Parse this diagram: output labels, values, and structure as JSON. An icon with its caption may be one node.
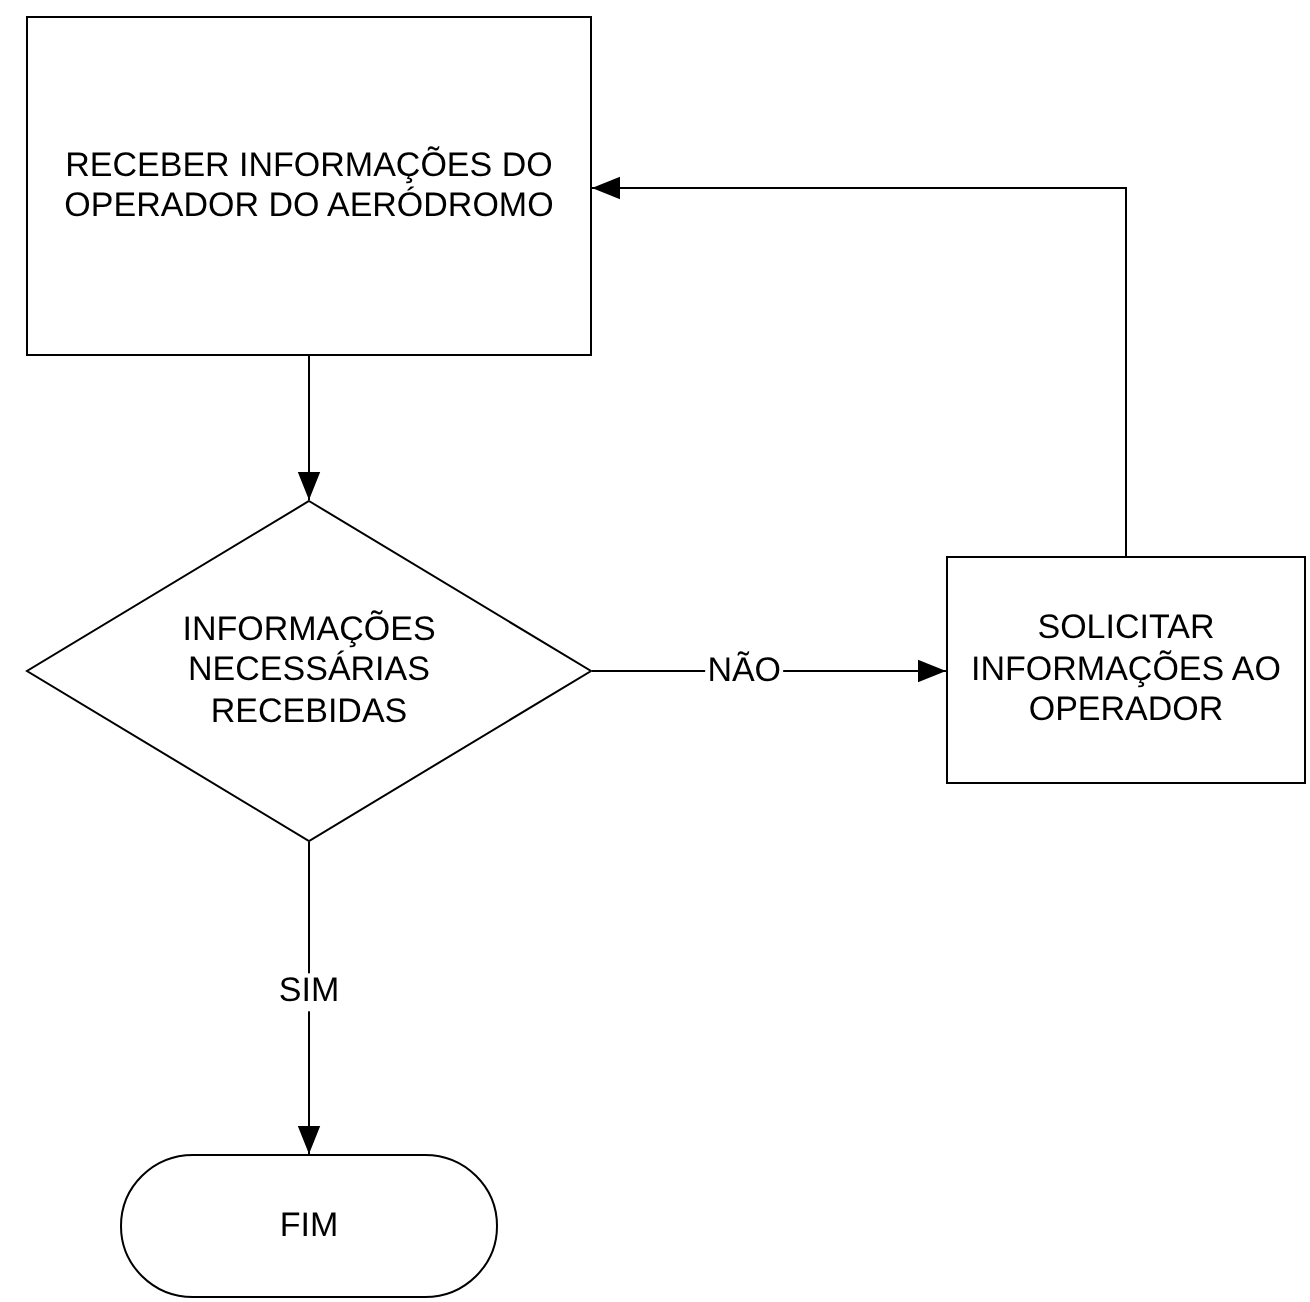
{
  "diagram": {
    "nodes": [
      {
        "text": [
          "RECEBER INFORMAÇÕES DO OPERADOR DO AERÓDROMO"
        ]
      },
      {
        "text": [
          "INFORMAÇÕES NECESSÁRIAS RECEBIDAS"
        ]
      },
      {
        "text": [
          "SOLICITAR INFORMAÇÕES AO OPERADOR"
        ]
      },
      {
        "text": [
          "FIM"
        ]
      }
    ],
    "edges": [
      {
        "from": 0,
        "to": 1,
        "arrow": "to"
      },
      {
        "from": 1,
        "to": 2,
        "label": "NÃO",
        "arrow": "to"
      },
      {
        "from": 2,
        "to": 0,
        "arrow": "to"
      },
      {
        "from": 1,
        "to": 3,
        "label": "SIM",
        "arrow": "to"
      }
    ]
  }
}
